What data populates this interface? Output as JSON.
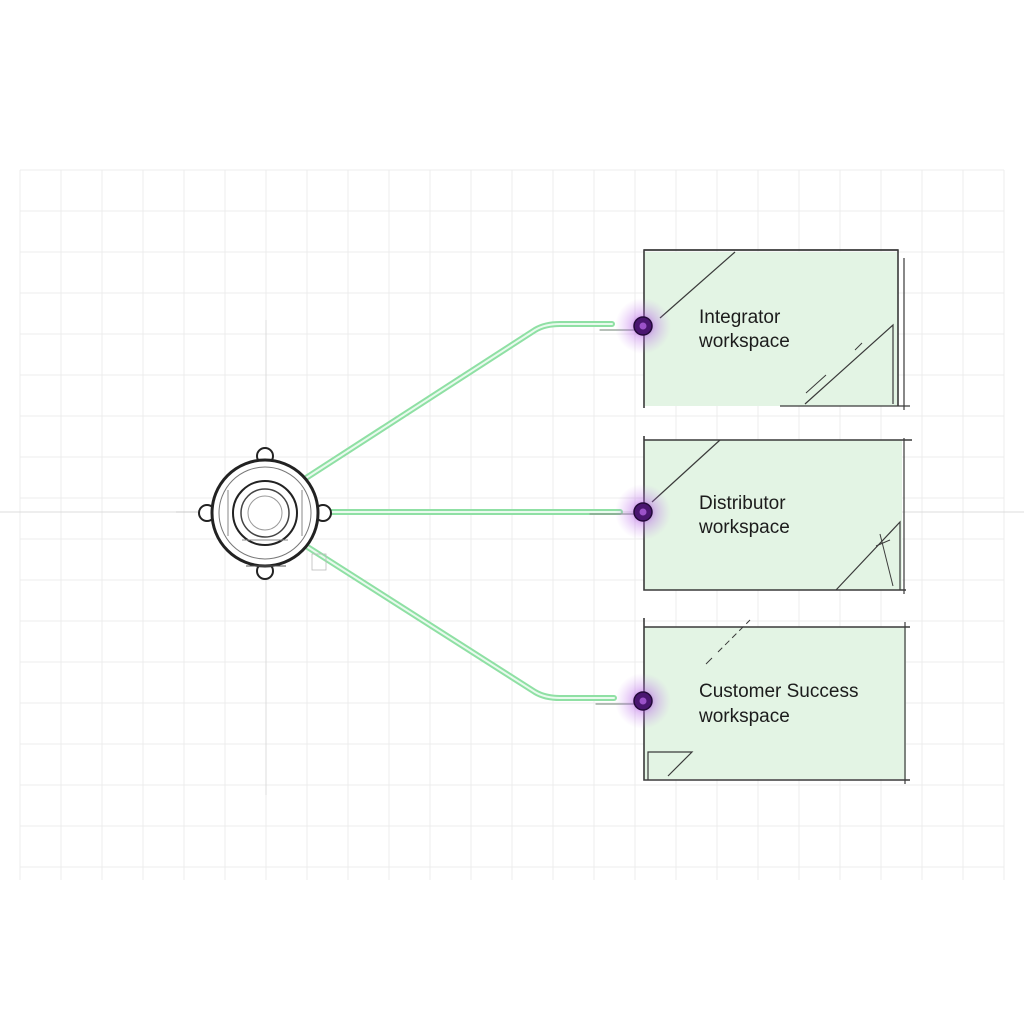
{
  "colors": {
    "background": "#ffffff",
    "grid": "#ececec",
    "guide": "#dedede",
    "connector": "#8fe0a4",
    "connector_inner": "#c6f0d0",
    "panel_fill": "#e3f4e4",
    "panel_stroke": "#3a3a3a",
    "node_glow": "#9b2fd6",
    "node_core": "#4a1670",
    "hub_stroke": "#222222"
  },
  "hub": {
    "icon": "gear-hub-icon"
  },
  "workspaces": [
    {
      "line1": "Integrator",
      "line2": "workspace"
    },
    {
      "line1": "Distributor",
      "line2": "workspace"
    },
    {
      "line1": "Customer Success",
      "line2": "workspace"
    }
  ]
}
